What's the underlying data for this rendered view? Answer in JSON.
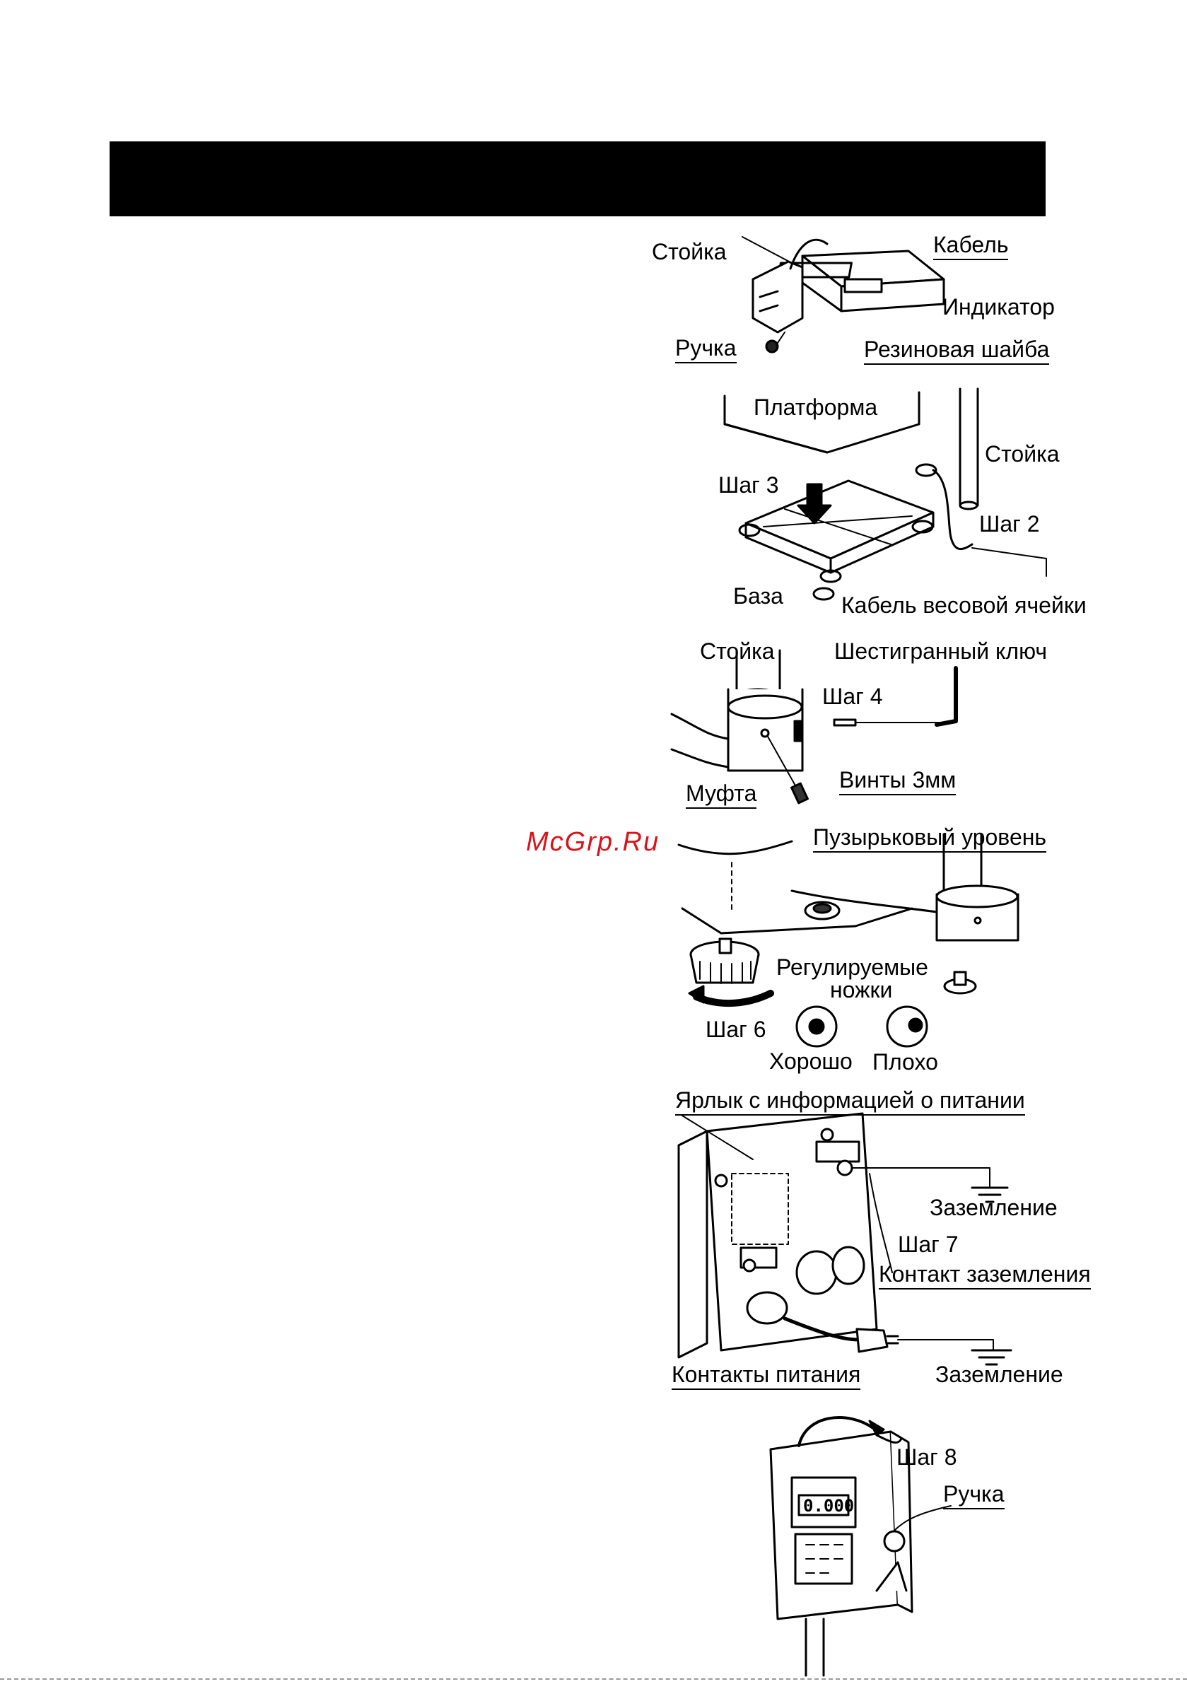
{
  "watermark": "McGrp.Ru",
  "figure1": {
    "stand": "Стойка",
    "cable": "Кабель",
    "indicator": "Индикатор",
    "handle": "Ручка",
    "rubber_washer": "Резиновая шайба"
  },
  "figure2": {
    "platform": "Платформа",
    "stand": "Стойка",
    "step3": "Шаг 3",
    "step2": "Шаг 2",
    "base": "База",
    "loadcell_cable": "Кабель весовой ячейки"
  },
  "figure3": {
    "stand": "Стойка",
    "hex_key": "Шестигранный ключ",
    "step4": "Шаг 4",
    "screws": "Винты 3мм",
    "coupling": "Муфта"
  },
  "figure4": {
    "bubble_level": "Пузырьковый уровень",
    "adjustable_feet_1": "Регулируемые",
    "adjustable_feet_2": "ножки",
    "step6": "Шаг 6",
    "good": "Хорошо",
    "bad": "Плохо"
  },
  "figure5": {
    "power_label": "Ярлык с информацией о питании",
    "ground1": "Заземление",
    "step7": "Шаг 7",
    "ground_contact": "Контакт заземления",
    "power_contacts": "Контакты питания",
    "ground2": "Заземление"
  },
  "figure6": {
    "step8": "Шаг 8",
    "handle": "Ручка",
    "display_value": "0.000"
  }
}
